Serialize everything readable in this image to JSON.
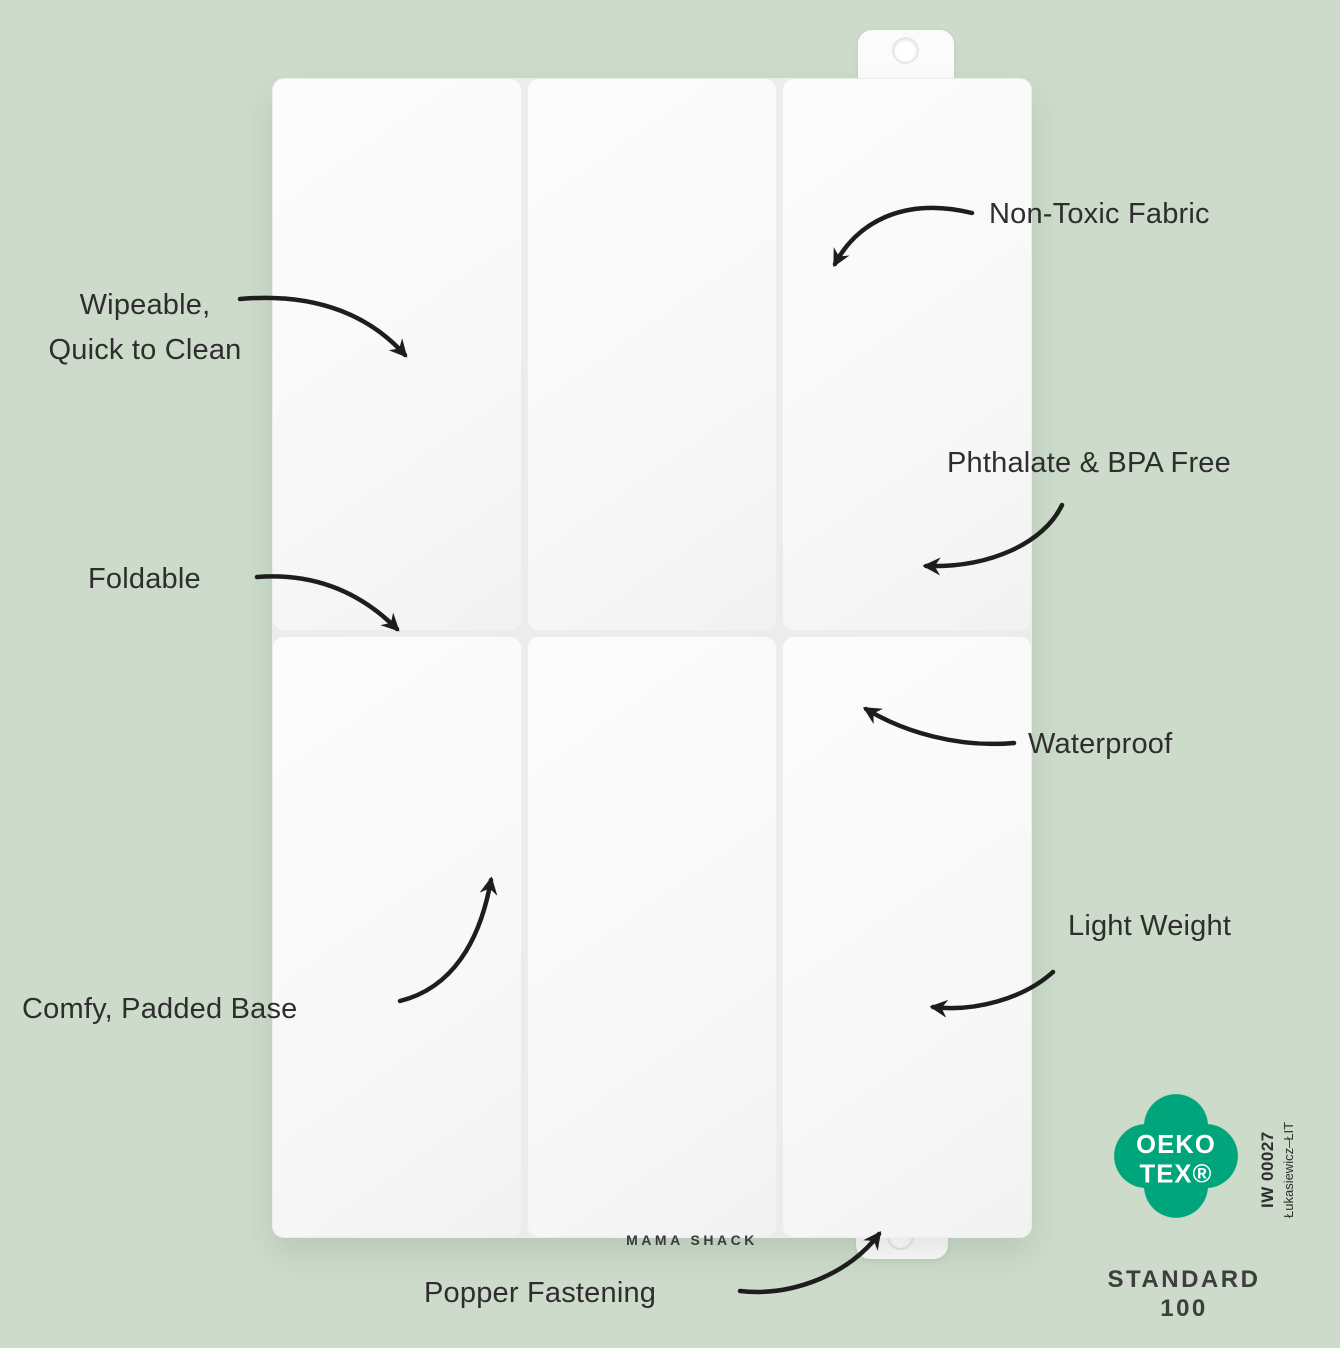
{
  "colors": {
    "background": "#ccdbca",
    "mat": "#fafafa",
    "text": "#2e2e2e",
    "arrow": "#1d1d1d",
    "badge_green": "#00a57c"
  },
  "labels": {
    "non_toxic": "Non-Toxic Fabric",
    "wipeable_line1": "Wipeable,",
    "wipeable_line2": "Quick to Clean",
    "phthalate": "Phthalate & BPA Free",
    "foldable": "Foldable",
    "waterproof": "Waterproof",
    "comfy": "Comfy, Padded Base",
    "light_weight": "Light Weight",
    "popper": "Popper Fastening"
  },
  "mat": {
    "brand": "MAMA SHACK"
  },
  "badge": {
    "oeko": "OEKO",
    "tex": "TEX®",
    "cert_id": "IW 00027",
    "institute": "Łukasiewicz–ŁIT",
    "standard_line1": "STANDARD",
    "standard_line2": "100"
  }
}
